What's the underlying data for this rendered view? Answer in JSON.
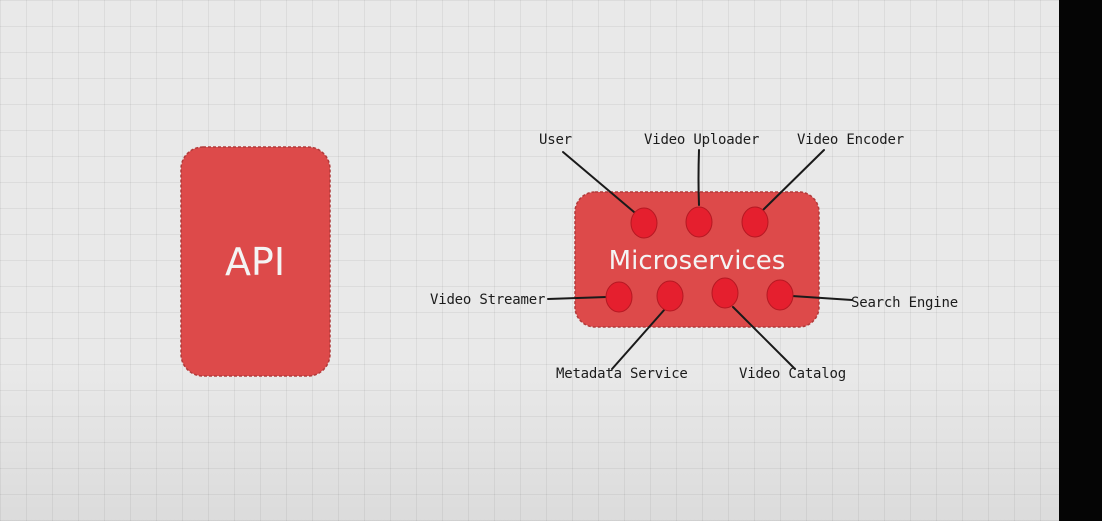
{
  "diagram": {
    "api_box": {
      "label": "API",
      "fill": "#dd4a4a"
    },
    "microservices_box": {
      "label": "Microservices",
      "fill": "#dd4a4a"
    },
    "node_color": "#e51f2e",
    "connector_color": "#1a1a1a",
    "services": {
      "user": "User",
      "video_uploader": "Video Uploader",
      "video_encoder": "Video Encoder",
      "video_streamer": "Video Streamer",
      "metadata_service": "Metadata Service",
      "video_catalog": "Video Catalog",
      "search_engine": "Search Engine"
    }
  }
}
